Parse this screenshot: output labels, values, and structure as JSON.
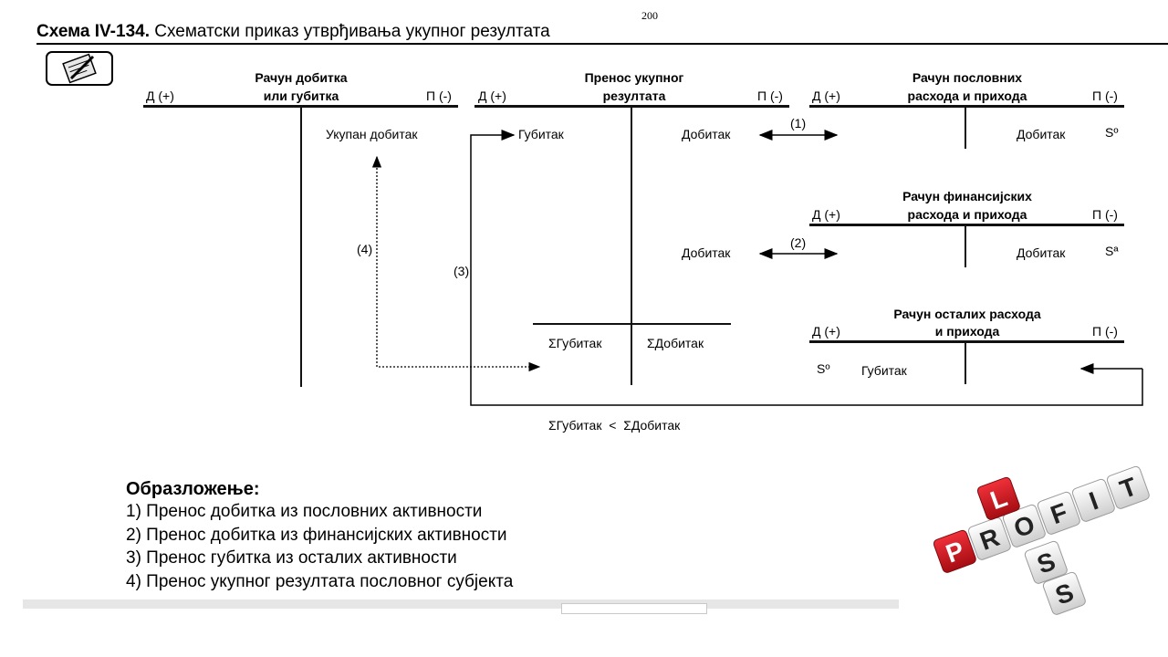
{
  "page_number": "200",
  "title": {
    "prefix": "Схема IV-134.",
    "text": " Схематски приказ утврђивања укупног резултата"
  },
  "icon": "notepad-pencil-icon",
  "accounts": {
    "profit_loss": {
      "title_line1": "Рачун добитка",
      "title_line2": "или губитка",
      "debit": "Д (+)",
      "credit": "П (-)",
      "entry_total_profit": "Укупан добитак"
    },
    "transfer": {
      "title_line1": "Пренос укупног",
      "title_line2": "резултата",
      "debit": "Д (+)",
      "credit": "П (-)",
      "entry_loss": "Губитак",
      "entry_profit_1": "Добитак",
      "entry_profit_2": "Добитак",
      "sum_loss": "ΣГубитак",
      "sum_profit": "ΣДобитак"
    },
    "operating": {
      "title_line1": "Рачун пословних",
      "title_line2": "расхода и прихода",
      "debit": "Д (+)",
      "credit": "П (-)",
      "entry_profit": "Добитак",
      "balance": "Sº"
    },
    "financial": {
      "title_line1": "Рачун финансијских",
      "title_line2": "расхода и прихода",
      "debit": "Д (+)",
      "credit": "П (-)",
      "entry_profit": "Добитак",
      "balance": "Sª"
    },
    "other": {
      "title_line1": "Рачун осталих расхода",
      "title_line2": "и прихода",
      "debit": "Д (+)",
      "credit": "П (-)",
      "balance": "Sº",
      "entry_loss": "Губитак"
    }
  },
  "arrow_labels": {
    "a1": "(1)",
    "a2": "(2)",
    "a3": "(3)",
    "a4": "(4)"
  },
  "summary": "ΣГубитак  <  ΣДобитак",
  "legend": {
    "title": "Образложење:",
    "items": [
      "1) Пренос добитка из пословних активности",
      "2) Пренос добитка из финансијских активности",
      "3) Пренос губитка из осталих активности",
      "4) Пренос укупног резултата пословног субјекта"
    ]
  },
  "graphic": {
    "name": "profit-loss-dice-graphic",
    "word_across": "PROFIT",
    "word_down": "LOSS",
    "first_letter": "P",
    "colors": {
      "red": "#d9141c",
      "white": "#f4f4f4"
    }
  }
}
